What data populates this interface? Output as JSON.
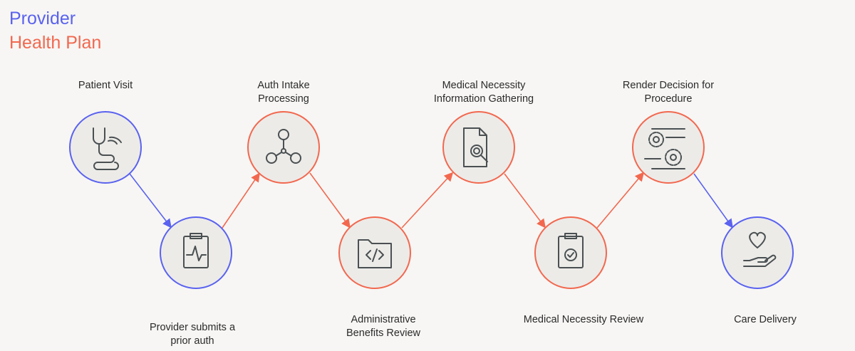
{
  "legend": {
    "provider": "Provider",
    "health_plan": "Health Plan"
  },
  "colors": {
    "provider": "#5a62ef",
    "health_plan": "#f2684f",
    "circle_fill": "#ecebe8",
    "icon": "#4a5052",
    "background": "#f7f6f4"
  },
  "steps": [
    {
      "label_line1": "Patient Visit",
      "label_line2": "",
      "owner": "provider",
      "icon": "stethoscope-icon"
    },
    {
      "label_line1": "Provider submits a",
      "label_line2": "prior auth",
      "owner": "provider",
      "icon": "clipboard-heartbeat-icon"
    },
    {
      "label_line1": "Auth Intake",
      "label_line2": "Processing",
      "owner": "health_plan",
      "icon": "network-people-icon"
    },
    {
      "label_line1": "Administrative",
      "label_line2": "Benefits Review",
      "owner": "health_plan",
      "icon": "folder-code-icon"
    },
    {
      "label_line1": "Medical Necessity",
      "label_line2": "Information Gathering",
      "owner": "health_plan",
      "icon": "document-search-icon"
    },
    {
      "label_line1": "Medical Necessity Review",
      "label_line2": "",
      "owner": "health_plan",
      "icon": "clipboard-check-icon"
    },
    {
      "label_line1": "Render Decision for",
      "label_line2": "Procedure",
      "owner": "health_plan",
      "icon": "gears-icon"
    },
    {
      "label_line1": "Care Delivery",
      "label_line2": "",
      "owner": "provider",
      "icon": "hand-heart-icon"
    }
  ]
}
